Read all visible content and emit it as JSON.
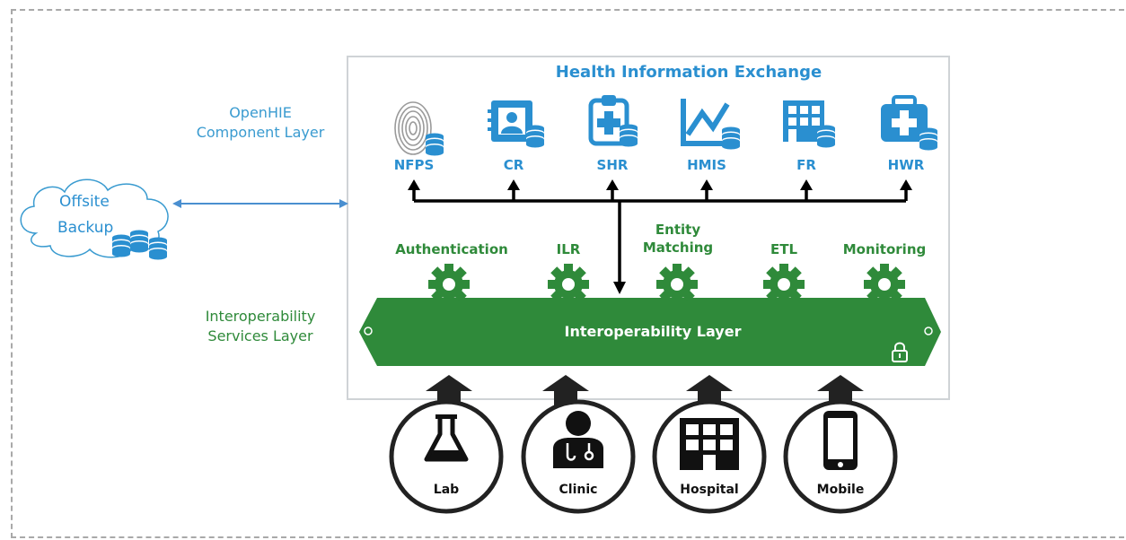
{
  "hie": {
    "title": "Health Information Exchange",
    "components": [
      {
        "label": "NFPS",
        "icon": "fingerprint-icon"
      },
      {
        "label": "CR",
        "icon": "client-registry-icon"
      },
      {
        "label": "SHR",
        "icon": "clipboard-medical-icon"
      },
      {
        "label": "HMIS",
        "icon": "line-chart-icon"
      },
      {
        "label": "FR",
        "icon": "building-icon"
      },
      {
        "label": "HWR",
        "icon": "medical-kit-icon"
      }
    ]
  },
  "layers": {
    "component_layer": "OpenHIE\nComponent Layer",
    "services_layer": "Interoperability\nServices Layer"
  },
  "services": [
    {
      "label": "Authentication"
    },
    {
      "label": "ILR"
    },
    {
      "label": "Entity\nMatching"
    },
    {
      "label": "ETL"
    },
    {
      "label": "Monitoring"
    }
  ],
  "interop_layer": {
    "label": "Interoperability Layer"
  },
  "backup": {
    "label_1": "Offsite",
    "label_2": "Backup"
  },
  "clients": [
    {
      "label": "Lab",
      "icon": "flask-icon"
    },
    {
      "label": "Clinic",
      "icon": "doctor-icon"
    },
    {
      "label": "Hospital",
      "icon": "hospital-icon"
    },
    {
      "label": "Mobile",
      "icon": "mobile-phone-icon"
    }
  ],
  "colors": {
    "blue": "#2a8fd0",
    "green": "#2f8a3a",
    "dark": "#111111"
  }
}
